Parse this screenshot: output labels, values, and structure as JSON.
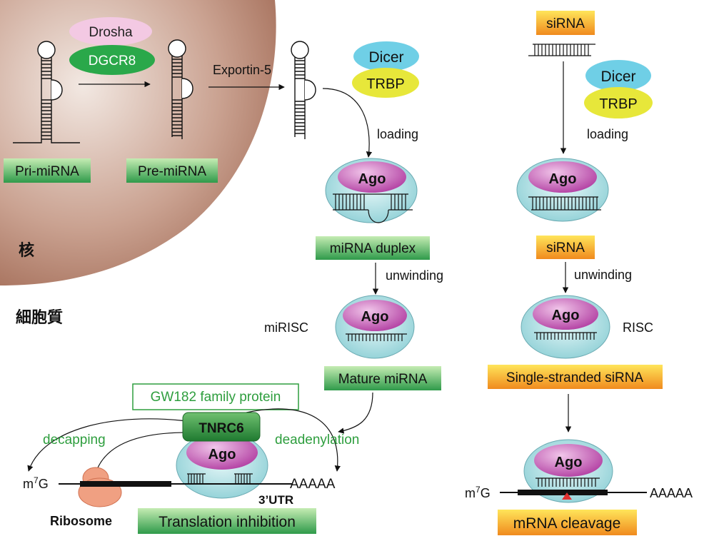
{
  "colors": {
    "nucleus_fill": "#b07a66",
    "label_green_top": "#b8e6a8",
    "label_green_bottom": "#2f9a4a",
    "label_orange_top": "#ffe55a",
    "label_orange_bottom": "#f08a1e",
    "drosha": "#f3c9e3",
    "dgcr8": "#2aa84a",
    "dicer": "#6fcfe6",
    "trbp": "#e7e73a",
    "ago_fill": "#c050b0",
    "risc_fill": "#aee0e4",
    "gw182_green": "#2e9e3e",
    "tnrc6_fill": "#2f8f3a",
    "ribosome": "#f0a082",
    "cleavage_mark": "#e03030"
  },
  "nucleus": {
    "label": "核",
    "pri_mirna": "Pri-miRNA",
    "pre_mirna": "Pre-miRNA",
    "drosha": "Drosha",
    "dgcr8": "DGCR8"
  },
  "cytoplasm": {
    "label": "細胞質"
  },
  "export": {
    "label": "Exportin-5"
  },
  "mirna_pathway": {
    "dicer": "Dicer",
    "trbp": "TRBP",
    "loading": "loading",
    "ago": "Ago",
    "duplex_label": "miRNA duplex",
    "unwinding": "unwinding",
    "mirisc": "miRISC",
    "mature_label": "Mature miRNA"
  },
  "sirna_pathway": {
    "top_label": "siRNA",
    "dicer": "Dicer",
    "trbp": "TRBP",
    "loading": "loading",
    "ago": "Ago",
    "sirna_label": "siRNA",
    "unwinding": "unwinding",
    "risc": "RISC",
    "single_label": "Single-stranded siRNA",
    "cleavage_label": "mRNA cleavage",
    "m7g": "m7G",
    "polya": "AAAAA"
  },
  "translation": {
    "gw182": "GW182 family protein",
    "tnrc6": "TNRC6",
    "ago": "Ago",
    "decapping": "decapping",
    "deadenylation": "deadenylation",
    "m7g": "m7G",
    "polya": "AAAAA",
    "utr": "3’UTR",
    "ribosome": "Ribosome",
    "inhibition_label": "Translation inhibition"
  }
}
